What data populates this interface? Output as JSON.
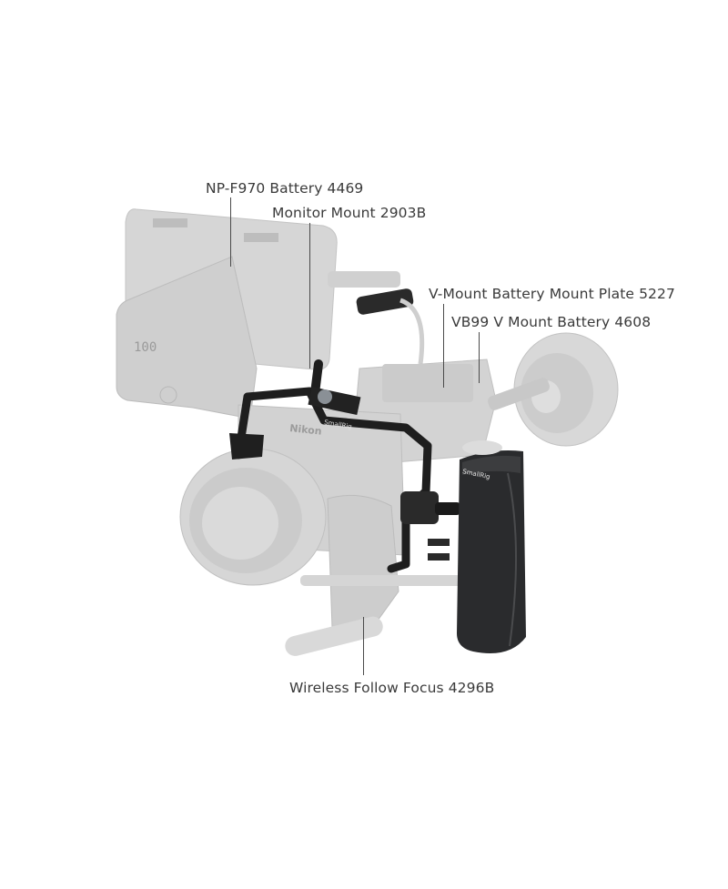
{
  "diagram": {
    "subject": "Camera cage rig kit with accessories",
    "callouts": [
      {
        "id": "np-f970",
        "text": "NP-F970 Battery 4469"
      },
      {
        "id": "monitor-mount",
        "text": "Monitor Mount 2903B"
      },
      {
        "id": "vmount-plate",
        "text": "V-Mount Battery Mount Plate 5227"
      },
      {
        "id": "vb99",
        "text": "VB99 V Mount Battery 4608"
      },
      {
        "id": "follow-focus",
        "text": "Wireless Follow Focus 4296B"
      }
    ],
    "product_markings": {
      "camera_brand": "Nikon",
      "cage_brand": "SmallRig",
      "handle_brand": "SmallRig",
      "battery_display": "100"
    },
    "colors": {
      "background": "#ffffff",
      "label_text": "#3a3a3a",
      "faded_accessory": "#d4d4d4",
      "cage_black": "#1e1e1e"
    }
  }
}
